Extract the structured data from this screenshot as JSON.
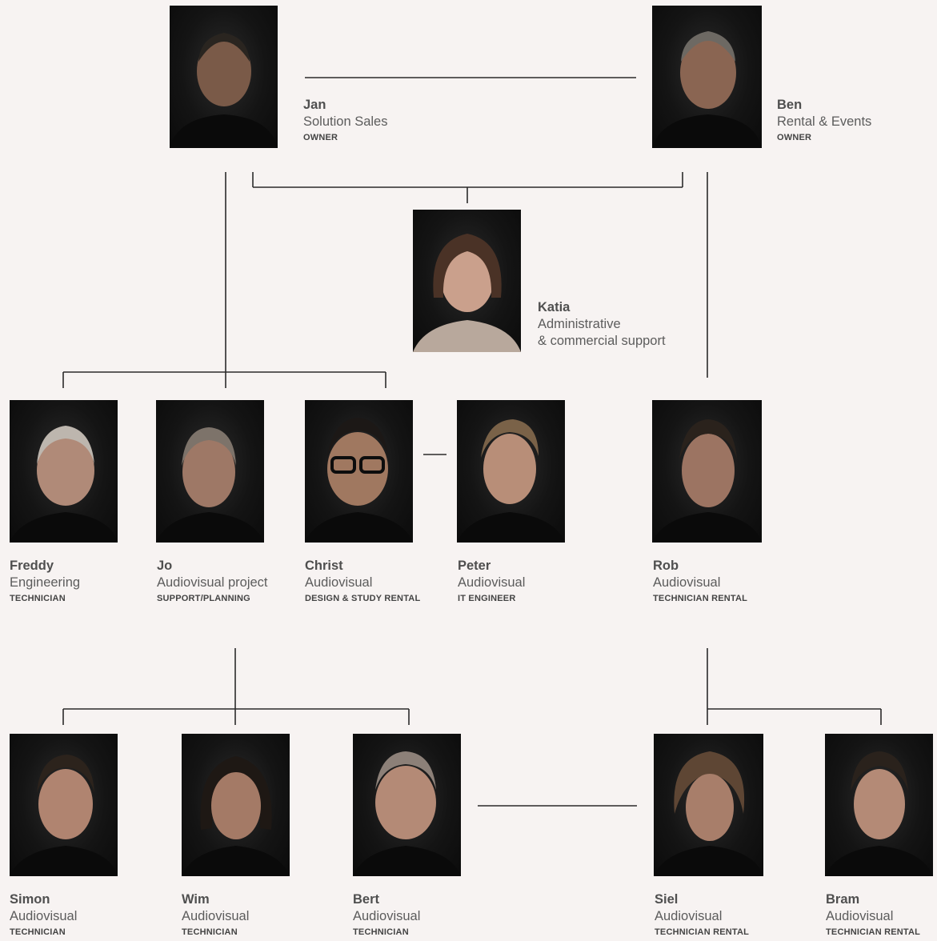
{
  "people": [
    {
      "name": "Jan",
      "dept": "Solution Sales",
      "role": "OWNER"
    },
    {
      "name": "Ben",
      "dept": "Rental & Events",
      "role": "OWNER"
    },
    {
      "name": "Katia",
      "dept": "Administrative",
      "dept2": "& commercial support",
      "role": ""
    },
    {
      "name": "Freddy",
      "dept": "Engineering",
      "role": "TECHNICIAN"
    },
    {
      "name": "Jo",
      "dept": "Audiovisual project",
      "role": "SUPPORT/PLANNING"
    },
    {
      "name": "Christ",
      "dept": "Audiovisual",
      "role": "DESIGN & STUDY RENTAL"
    },
    {
      "name": "Peter",
      "dept": "Audiovisual",
      "role": "IT ENGINEER"
    },
    {
      "name": "Rob",
      "dept": "Audiovisual",
      "role": "TECHNICIAN RENTAL"
    },
    {
      "name": "Simon",
      "dept": "Audiovisual",
      "role": "TECHNICIAN"
    },
    {
      "name": "Wim",
      "dept": "Audiovisual",
      "role": "TECHNICIAN"
    },
    {
      "name": "Bert",
      "dept": "Audiovisual",
      "role": "TECHNICIAN"
    },
    {
      "name": "Siel",
      "dept": "Audiovisual",
      "role": "TECHNICIAN RENTAL"
    },
    {
      "name": "Bram",
      "dept": "Audiovisual",
      "role": "TECHNICIAN RENTAL"
    }
  ],
  "colors": {
    "background": "#f7f3f2",
    "line": "#2b2b2b",
    "photo_background": "#111111"
  }
}
